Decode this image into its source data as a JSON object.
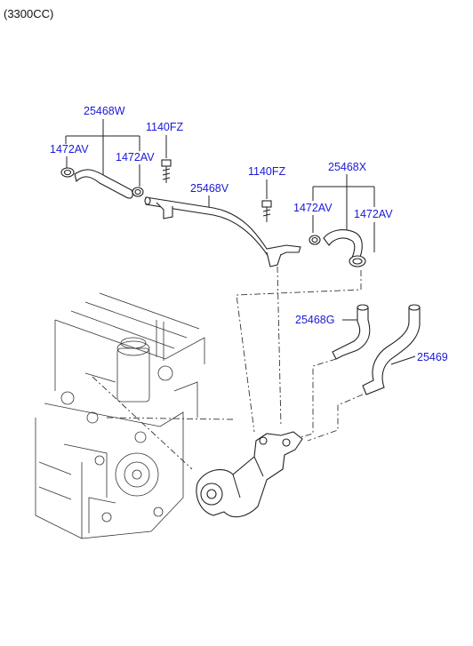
{
  "header": {
    "variant": "(3300CC)"
  },
  "part_labels": {
    "p25468W": "25468W",
    "p1140FZ_a": "1140FZ",
    "p1472AV_a": "1472AV",
    "p1472AV_b": "1472AV",
    "p25468V": "25468V",
    "p1140FZ_b": "1140FZ",
    "p25468X": "25468X",
    "p1472AV_c": "1472AV",
    "p1472AV_d": "1472AV",
    "p25468G": "25468G",
    "p25469": "25469"
  }
}
